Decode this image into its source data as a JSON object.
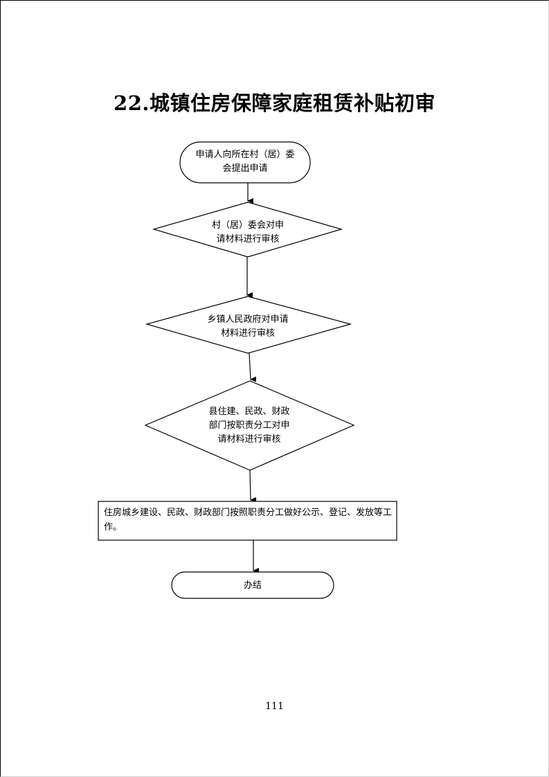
{
  "title": "22.城镇住房保障家庭租赁补贴初审",
  "flow": {
    "start": {
      "line1": "申请人向所在村（居）委",
      "line2": "会提出申请"
    },
    "step1": {
      "line1": "村（居）委会对申",
      "line2": "请材料进行审核"
    },
    "step2": {
      "line1": "乡镇人民政府对申请",
      "line2": "材料进行审核"
    },
    "step3": {
      "line1": "县住建、民政、财政",
      "line2": "部门按职责分工对申",
      "line3": "请材料进行审核"
    },
    "step4": {
      "text": "住房城乡建设、民政、财政部门按照职责分工做好公示、登记、发放等工作。"
    },
    "end": {
      "text": "办结"
    }
  },
  "page_number": "111"
}
